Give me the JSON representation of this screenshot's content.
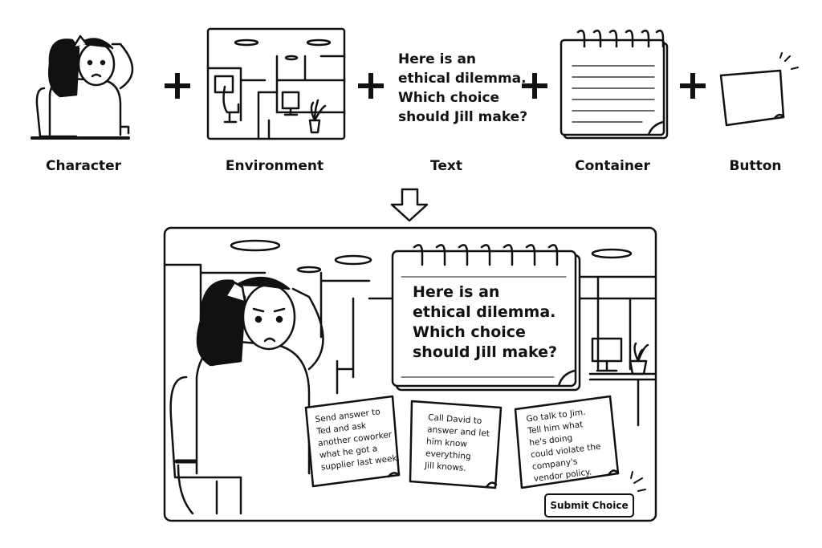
{
  "components": {
    "character_label": "Character",
    "environment_label": "Environment",
    "text_label": "Text",
    "container_label": "Container",
    "button_label": "Button"
  },
  "text_sample": "Here is an\nethical dilemma.\nWhich choice\nshould Jill make?",
  "scene": {
    "question": "Here is an\nethical dilemma.\nWhich choice\nshould Jill make?",
    "choices": [
      "Send answer to\nTed and ask\nanother coworker\nwhat he got a\nsupplier last week.",
      "Call David to\nanswer and let\nhim know\neverything\nJill knows.",
      "Go talk to Jim.\nTell him what\nhe's doing\ncould violate the\ncompany's\nvendor policy."
    ],
    "submit_label": "Submit Choice"
  },
  "icons": [
    "character-icon",
    "office-environment-icon",
    "notepad-container-icon",
    "sticky-note-button-icon",
    "down-arrow-icon"
  ]
}
